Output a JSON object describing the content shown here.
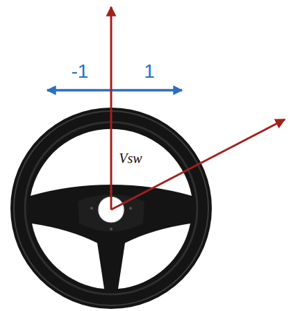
{
  "diagram": {
    "labels": [
      "-1",
      "1",
      "Vsw"
    ]
  }
}
